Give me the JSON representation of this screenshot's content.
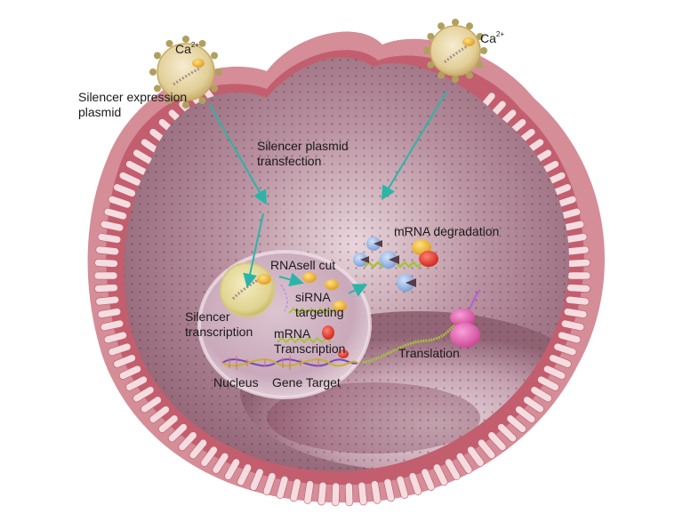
{
  "diagram": {
    "type": "cell-pathway-illustration",
    "subject": "Calcium phosphate mediated silencer plasmid transfection and RNAi gene silencing",
    "colors": {
      "background": "#ffffff",
      "membrane_head": "#f4d9dc",
      "membrane_tail": "#b8394a",
      "cytoplasm": "#a8808f",
      "nucleus": "#d7bcc8",
      "plasmid_particle": "#e8d9a8",
      "particle_bead": "#a89a5a",
      "arrow": "#2bb5a8",
      "rnase": "#8fb3e6",
      "sirna_yellow": "#f0c040",
      "protein_red": "#e0403a",
      "ribosome": "#e05aa8",
      "mrna_strand": "#a8c040",
      "label_text": "#1a1a1a"
    },
    "particles": [
      {
        "id": "particle-left",
        "label": "Ca",
        "charge": "2+"
      },
      {
        "id": "particle-right",
        "label": "Ca",
        "charge": "2+"
      }
    ],
    "labels": {
      "silencer_expression_plasmid_1": "Silencer expression",
      "silencer_expression_plasmid_2": "plasmid",
      "silencer_plasmid_transfection_1": "Silencer plasmid",
      "silencer_plasmid_transfection_2": "transfection",
      "mrna_degradation": "mRNA degradation",
      "rnasell_cut": "RNAsell cut",
      "sirna_targeting_1": "siRNA",
      "sirna_targeting_2": "targeting",
      "silencer_transcription_1": "Silencer",
      "silencer_transcription_2": "transcription",
      "mrna_transcription_1": "mRNA",
      "mrna_transcription_2": "Transcription",
      "translation": "Translation",
      "nucleus": "Nucleus",
      "gene_target": "Gene Target"
    },
    "arrows": [
      {
        "from": "particle-left",
        "to": "cytoplasm",
        "label": "transfection"
      },
      {
        "from": "cytoplasm",
        "to": "nucleus-plasmid"
      },
      {
        "from": "particle-right",
        "to": "cytoplasm"
      },
      {
        "from": "nucleus-plasmid",
        "to": "sirna"
      },
      {
        "from": "sirna",
        "to": "mrna-degradation"
      }
    ]
  }
}
